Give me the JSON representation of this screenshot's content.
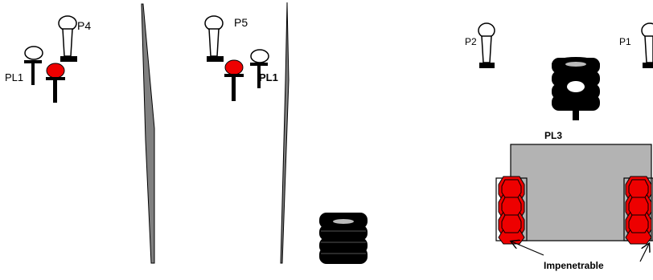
{
  "labels": {
    "p4": "P4",
    "p5": "P5",
    "pl1_left": "PL1",
    "pl1_mid": "PL1",
    "p2": "P2",
    "p1": "P1",
    "pl3": "PL3",
    "impenetrable": "Impenetrable"
  },
  "colors": {
    "red_target": "#ee0000",
    "barricade_gray": "#b3b3b3",
    "tire_black": "#000000",
    "wall_gray": "#808080"
  }
}
